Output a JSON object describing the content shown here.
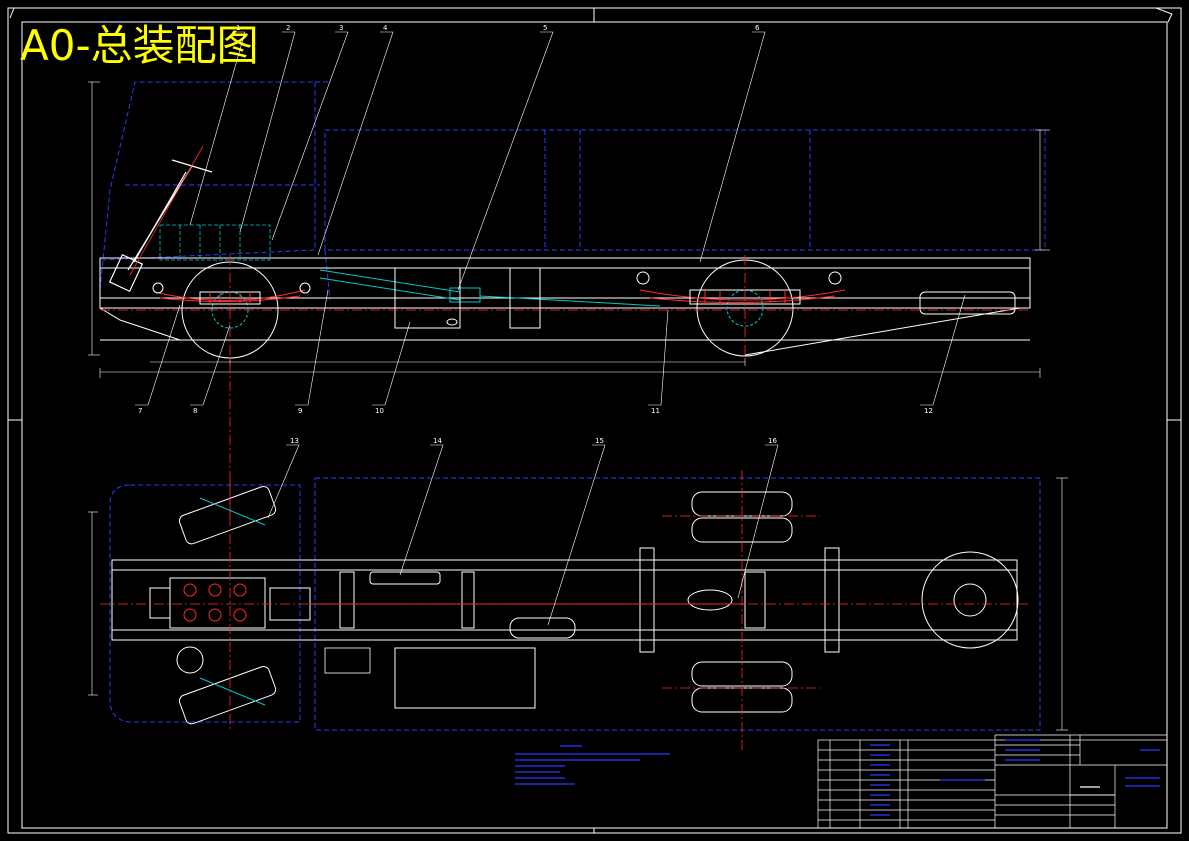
{
  "title": "A0-总装配图",
  "callouts": [
    "1",
    "2",
    "3",
    "4",
    "5",
    "6",
    "7",
    "8",
    "9",
    "10",
    "11",
    "12",
    "13",
    "14",
    "15",
    "16"
  ],
  "colors": {
    "background": "#000000",
    "border": "#ffffff",
    "outline": "#ffffff",
    "hidden_lines": "#2b3bff",
    "center_lines": "#ff2a2a",
    "components": "#00c8c8",
    "title": "#ffff00"
  }
}
